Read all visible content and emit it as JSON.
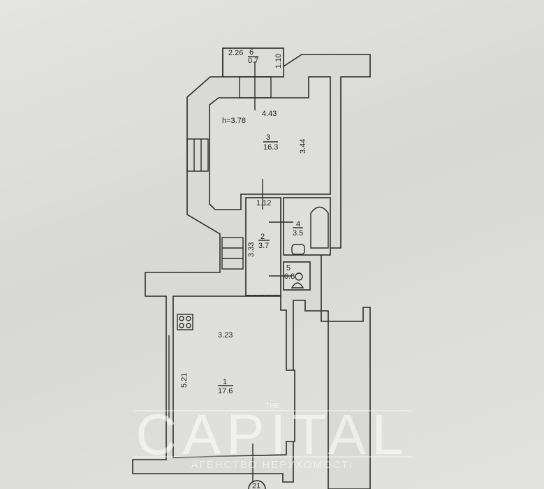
{
  "plan": {
    "ceiling_height": "h=3.78",
    "rooms": [
      {
        "number": "1",
        "area": "17.6"
      },
      {
        "number": "2",
        "area": "3.7"
      },
      {
        "number": "3",
        "area": "16.3"
      },
      {
        "number": "4",
        "area": "3.5"
      },
      {
        "number": "5",
        "area": "0.8"
      },
      {
        "number": "6",
        "area": "0.7"
      }
    ],
    "dimensions": {
      "room6_width": "2.26",
      "room6_depth": "1.10",
      "room3_width": "4.43",
      "room3_depth": "3.44",
      "door_width": "1.12",
      "room2_length": "3.33",
      "room1_width": "3.23",
      "room1_length": "5.21"
    },
    "axis_marker": "21"
  },
  "watermark": {
    "top": "THE",
    "brand": "CAPITAL",
    "subtitle": "АГЕНСТВО НЕРУХОМОСТІ"
  }
}
